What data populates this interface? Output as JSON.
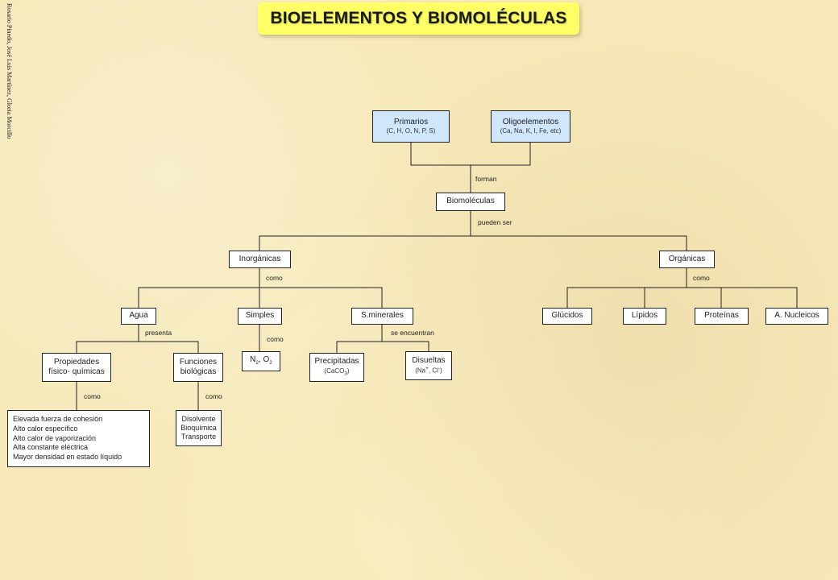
{
  "title": "BIOELEMENTOS Y BIOMOLÉCULAS",
  "credits": "Rosario Pinedo, José Luis Martínez, Gloria Morcillo",
  "colors": {
    "background": "#f6e8b8",
    "title_background": "#ffff66",
    "primary_node": "#cfe6fb",
    "node": "#ffffff",
    "line": "#222222"
  },
  "nodes": {
    "primarios": {
      "label": "Primarios",
      "sub": "(C, H, O, N, P, S)"
    },
    "oligoelementos": {
      "label": "Oligoelementos",
      "sub": "(Ca, Na, K, I, Fe, etc)"
    },
    "biomoleculas": {
      "label": "Biomoléculas"
    },
    "inorganicas": {
      "label": "Inorgánicas"
    },
    "organicas": {
      "label": "Orgánicas"
    },
    "agua": {
      "label": "Agua"
    },
    "simples": {
      "label": "Simples"
    },
    "sminerales": {
      "label": "S.minerales"
    },
    "glucidos": {
      "label": "Glúcidos"
    },
    "lipidos": {
      "label": "Lípidos"
    },
    "proteinas": {
      "label": "Proteínas"
    },
    "nucleicos": {
      "label": "A. Nucleicos"
    },
    "propiedades": {
      "line1": "Propiedades",
      "line2": "físico- químicas"
    },
    "funciones": {
      "line1": "Funciones",
      "line2": "biológicas"
    },
    "n2o2": {
      "n": "N",
      "n_sub": "2",
      "sep": ", ",
      "o": "O",
      "o_sub": "2"
    },
    "precipitadas": {
      "label": "Precipitadas",
      "sub_pre": "(CaCO",
      "sub_num": "3",
      "sub_post": ")"
    },
    "disueltas": {
      "label": "Disueltas",
      "sub_pre": "(Na",
      "sup_plus": "+",
      "sub_mid": ", Cl",
      "sup_minus": "-",
      "sub_post": ")"
    },
    "propiedades_list": [
      "Elevada fuerza de cohesión",
      "Alto calor específico",
      "Alto calor de vaporización",
      "Alta constante eléctrica",
      "Mayor densidad en estado líquido"
    ],
    "funciones_list": [
      "Disolvente",
      "Bioquímica",
      "Transporte"
    ]
  },
  "connectors": {
    "forman": "forman",
    "pueden_ser": "pueden ser",
    "como_inorg": "como",
    "como_org": "como",
    "presenta": "presenta",
    "como_simples": "como",
    "se_encuentran": "se encuentran",
    "como_prop": "como",
    "como_func": "como"
  }
}
